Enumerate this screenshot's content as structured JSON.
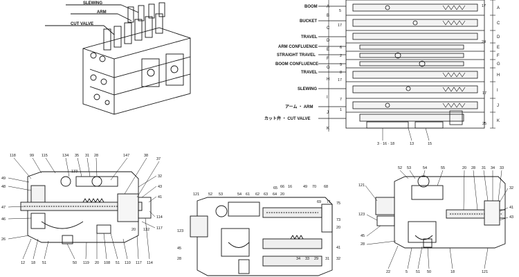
{
  "topleft": {
    "labels": [
      "SLEWING",
      "ARM",
      "CUT VALVE"
    ]
  },
  "valve_labels": [
    {
      "text": "BOOM"
    },
    {
      "text": "BUCKET"
    },
    {
      "text": "TRAVEL"
    },
    {
      "text": "ARM CONFLUENCE"
    },
    {
      "text": "STRAIGHT TRAVEL"
    },
    {
      "text": "BOOM CONFLUENCE"
    },
    {
      "text": "TRAVEL"
    },
    {
      "text": "SLEWING"
    },
    {
      "text": "アーム ・ ARM"
    },
    {
      "text": "カット弁 ・ CUT VALVE"
    }
  ],
  "section_marks": [
    "A",
    "B",
    "C",
    "D",
    "E",
    "F",
    "G",
    "H",
    "I",
    "J",
    "K"
  ],
  "topright_parts_left": [
    "5",
    "17",
    "6",
    "2",
    "9",
    "8",
    "17",
    "7",
    "1"
  ],
  "topright_parts_right": [
    "17",
    "24",
    "17",
    "25"
  ],
  "topright_parts_bottom": [
    "3 · 16 · 18",
    "13",
    "15"
  ],
  "bl_top": [
    "118",
    "99",
    "115",
    "134",
    "35",
    "31",
    "28",
    "147",
    "38",
    "37"
  ],
  "bl_top2": [
    "133"
  ],
  "bl_left": [
    "49",
    "48",
    "47",
    "46",
    "26"
  ],
  "bl_right": [
    "32",
    "43",
    "41",
    "114",
    "117"
  ],
  "bl_inner": [
    "20",
    "132"
  ],
  "bl_bottom": [
    "12",
    "18",
    "51",
    "50",
    "119",
    "20",
    "108",
    "51",
    "110",
    "117",
    "114"
  ],
  "bm_top": [
    "54",
    "61",
    "62",
    "63",
    "64",
    "65",
    "66",
    "20",
    "16",
    "49",
    "70",
    "68"
  ],
  "bm_top_left": [
    "121",
    "52",
    "53"
  ],
  "bm_right": [
    "69",
    "71",
    "75",
    "73",
    "20",
    "41",
    "31",
    "32"
  ],
  "bm_left": [
    "123",
    "45",
    "28"
  ],
  "bm_bottom": [
    "34",
    "33",
    "29"
  ],
  "br_top": [
    "52",
    "53",
    "54",
    "55",
    "20",
    "28",
    "31",
    "34",
    "33"
  ],
  "br_left": [
    "121",
    "123",
    "45",
    "28"
  ],
  "br_right": [
    "32",
    "41",
    "43"
  ],
  "br_bottom": [
    "22",
    "5",
    "51",
    "50",
    "18",
    "121"
  ]
}
